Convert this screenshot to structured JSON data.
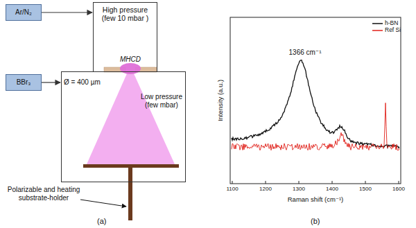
{
  "diagram": {
    "nodes": [
      {
        "text": [
          "Ar/N₂"
        ]
      },
      {
        "text": [
          "High pressure (few 10 mbar )"
        ]
      },
      {
        "text": [
          "BBr₃"
        ]
      },
      {
        "text": [
          "Low pressure (few mbar)"
        ]
      }
    ],
    "edges": [
      {
        "from": 0,
        "to": 1,
        "arrow": "to"
      },
      {
        "from": 2,
        "to": 3,
        "arrow": "to"
      }
    ],
    "labels": [
      "MHCD",
      "Ø = 400 µm",
      "Polarizable and heating substrate-holder",
      "(a)",
      "1366 cm⁻¹",
      "Intensity (a.u.)",
      "Raman shift (cm⁻¹)",
      "1100",
      "1200",
      "1300",
      "1400",
      "1500",
      "1600",
      "(b)"
    ],
    "legend": [
      {
        "text": "h-BN"
      },
      {
        "text": "Ref Si"
      }
    ]
  }
}
